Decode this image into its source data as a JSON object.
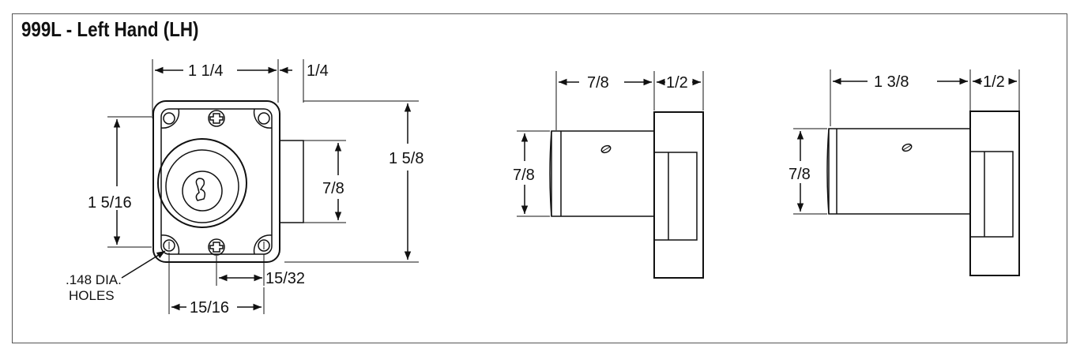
{
  "title": "999L - Left Hand (LH)",
  "front_view": {
    "width_label": "1 1/4",
    "offset_label": "1/4",
    "overall_height_label": "1 5/8",
    "hole_spacing_v_label": "1 5/16",
    "bolt_height_label": "7/8",
    "holes_label_line1": ".148 DIA.",
    "holes_label_line2": "HOLES",
    "center_offset_label": "15/32",
    "hole_spacing_h_label": "15/16"
  },
  "side_view_short": {
    "cylinder_length_label": "7/8",
    "flange_label": "1/2",
    "diameter_label": "7/8"
  },
  "side_view_long": {
    "cylinder_length_label": "1 3/8",
    "flange_label": "1/2",
    "diameter_label": "7/8"
  }
}
